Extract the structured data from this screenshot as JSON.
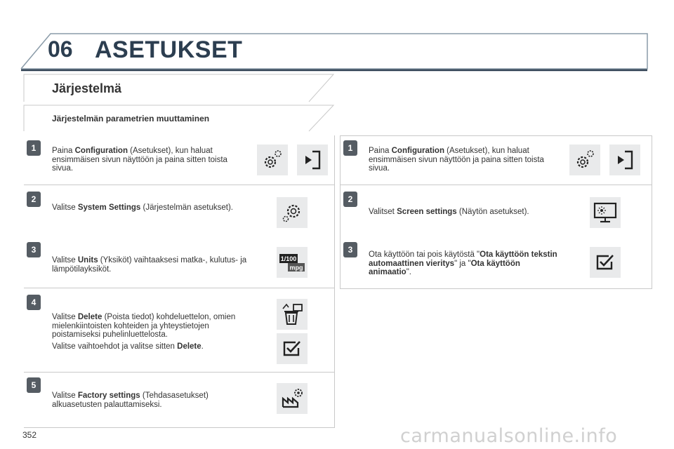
{
  "header": {
    "number": "06",
    "title": "ASETUKSET"
  },
  "section": {
    "title": "Järjestelmä",
    "subtitle": "Järjestelmän parametrien muuttaminen"
  },
  "left_steps": [
    {
      "badge": "1",
      "pre": "Paina ",
      "bold": "Configuration",
      "post": " (Asetukset), kun haluat ensimmäisen sivun näyttöön ja paina sitten toista sivua."
    },
    {
      "badge": "2",
      "pre": "Valitse ",
      "bold": "System Settings",
      "post": " (Järjestelmän asetukset)."
    },
    {
      "badge": "3",
      "pre": "Valitse ",
      "bold": "Units",
      "post": " (Yksiköt) vaihtaaksesi matka-, kulutus- ja lämpötilayksiköt."
    },
    {
      "badge": "4",
      "pre": "Valitse ",
      "bold": "Delete",
      "post": " (Poista tiedot) kohdeluettelon, omien mielenkiintoisten kohteiden ja yhteystietojen poistamiseksi puhelinluettelosta.",
      "extra_pre": "Valitse vaihtoehdot ja valitse sitten ",
      "extra_bold": "Delete",
      "extra_post": "."
    },
    {
      "badge": "5",
      "pre": "Valitse ",
      "bold": "Factory settings",
      "post": " (Tehdasasetukset) alkuasetusten palauttamiseksi."
    }
  ],
  "right_steps": [
    {
      "badge": "1",
      "pre": "Paina ",
      "bold": "Configuration",
      "post": " (Asetukset), kun haluat ensimmäisen sivun näyttöön ja paina sitten toista sivua."
    },
    {
      "badge": "2",
      "pre": "Valitset ",
      "bold": "Screen settings",
      "post": " (Näytön asetukset)."
    },
    {
      "badge": "3",
      "pre": "Ota käyttöön tai pois käytöstä \"",
      "bold": "Ota käyttöön tekstin automaattinen vieritys",
      "mid": "\" ja \"",
      "bold2": "Ota käyttöön animaatio",
      "post": "\"."
    }
  ],
  "units_icon": {
    "top": "1/100",
    "bottom": "mpg"
  },
  "icons": [
    "gears-icon",
    "next-page-icon",
    "gear-icon",
    "units-icon",
    "delete-list-icon",
    "checkbox-icon",
    "factory-settings-icon",
    "screen-settings-icon"
  ],
  "page_number": "352",
  "watermark": "carmanualsonline.info",
  "colors": {
    "header_text": "#2c3e50",
    "badge": "#555c63",
    "icon_bg": "#e9eaeb"
  }
}
